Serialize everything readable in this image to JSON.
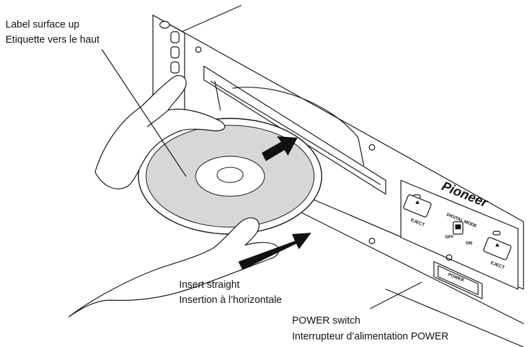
{
  "callouts": {
    "label_surface": {
      "en": "Label surface up",
      "fr": "Etiquette vers le haut"
    },
    "insert": {
      "en": "Insert straight",
      "fr": "Insertion à l’horizontale"
    },
    "power": {
      "en": "POWER switch",
      "fr": "Interrupteur d’alimentation POWER"
    }
  },
  "panel": {
    "brand": "Pioneer",
    "eject_left": "EJECT",
    "eject_right": "EJECT",
    "digital_mode": "DIGITAL MODE",
    "switch_off": "OFF",
    "switch_on": "ON",
    "power_button": "POWER"
  },
  "colors": {
    "ink": "#111111",
    "disc_shade": "#d7d7d7",
    "background": "#ffffff"
  }
}
